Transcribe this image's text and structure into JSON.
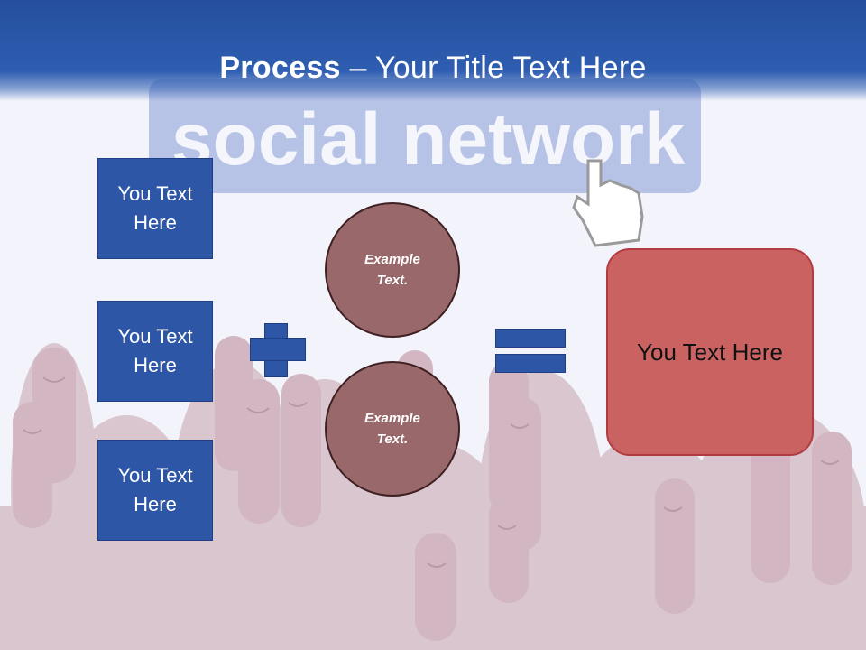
{
  "title": {
    "bold": "Process",
    "rest": " – Your Title Text Here"
  },
  "background": {
    "banner_text": "social network"
  },
  "left_boxes": [
    {
      "label": "You Text\nHere"
    },
    {
      "label": "You Text\nHere"
    },
    {
      "label": "You Text\nHere"
    }
  ],
  "circles": [
    {
      "label": "Example\nText."
    },
    {
      "label": "Example\nText."
    }
  ],
  "result": {
    "label": "You Text Here"
  },
  "colors": {
    "header_blue": "#2e5db1",
    "box_blue": "#2d56a7",
    "circle_fill": "#99686a",
    "result_fill": "#cb6262"
  }
}
